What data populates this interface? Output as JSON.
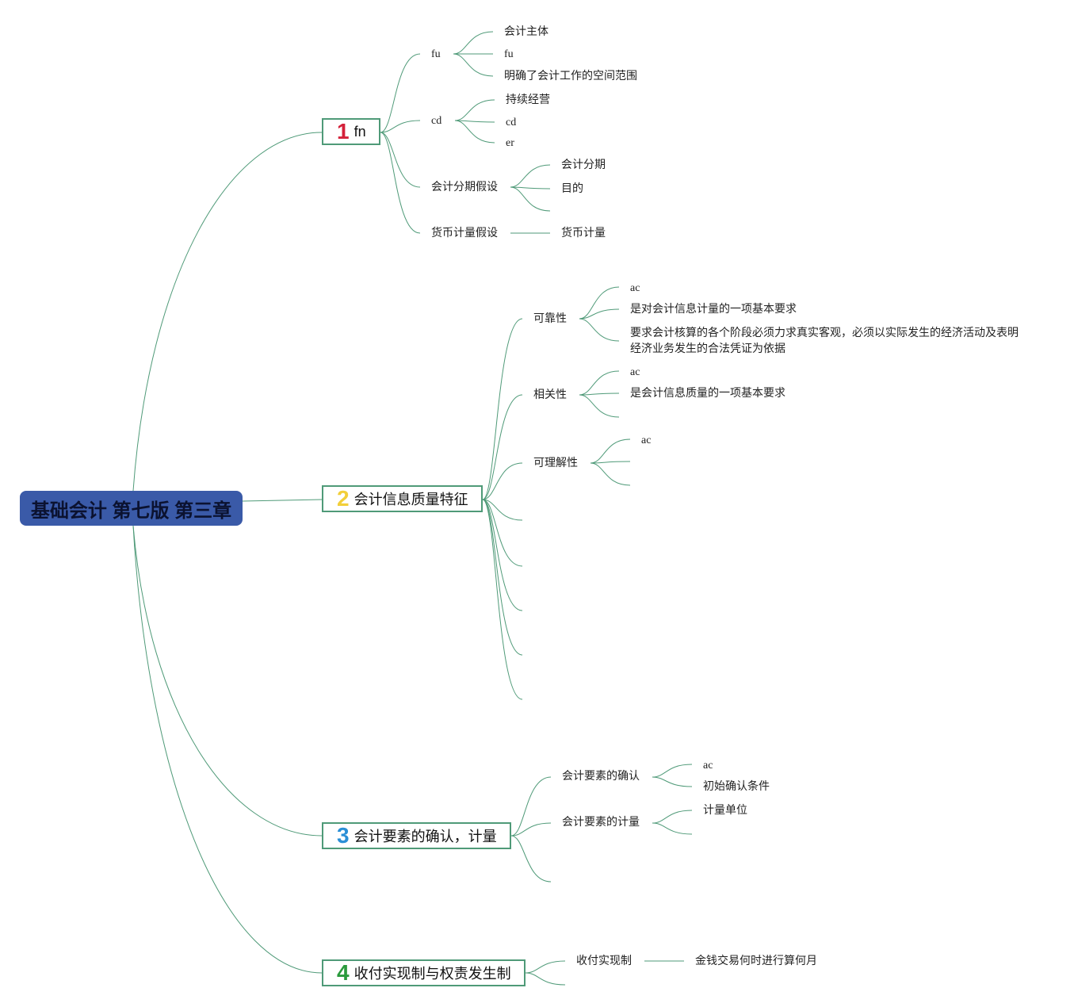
{
  "root": "基础会计 第七版 第三章",
  "colors": {
    "line": "#4f9a78",
    "root_bg": "#3a5aa8",
    "num1": "#d4213a",
    "num2": "#f2cf3a",
    "num3": "#2a8fd6",
    "num4": "#2a9a3c"
  },
  "topics": [
    {
      "num": "1",
      "label": "fn",
      "children": [
        {
          "label": "fu",
          "children": [
            "会计主体",
            "fu",
            "明确了会计工作的空间范围"
          ]
        },
        {
          "label": "cd",
          "children": [
            "持续经营",
            "cd",
            "er"
          ]
        },
        {
          "label": "会计分期假设",
          "children": [
            "会计分期",
            "目的"
          ]
        },
        {
          "label": "货币计量假设",
          "children": [
            "货币计量"
          ]
        }
      ]
    },
    {
      "num": "2",
      "label": "会计信息质量特征",
      "children": [
        {
          "label": "可靠性",
          "children": [
            "ac",
            "是对会计信息计量的一项基本要求",
            "要求会计核算的各个阶段必须力求真实客观，必须以实际发生的经济活动及表明经济业务发生的合法凭证为依据"
          ]
        },
        {
          "label": "相关性",
          "children": [
            "ac",
            "是会计信息质量的一项基本要求"
          ]
        },
        {
          "label": "可理解性",
          "children": [
            "ac"
          ]
        }
      ]
    },
    {
      "num": "3",
      "label": "会计要素的确认，计量",
      "children": [
        {
          "label": "会计要素的确认",
          "children": [
            "ac",
            "初始确认条件"
          ]
        },
        {
          "label": "会计要素的计量",
          "children": [
            "计量单位"
          ]
        }
      ]
    },
    {
      "num": "4",
      "label": "收付实现制与权责发生制",
      "children": [
        {
          "label": "收付实现制",
          "children": [
            "金钱交易何时进行算何月"
          ]
        }
      ]
    }
  ]
}
